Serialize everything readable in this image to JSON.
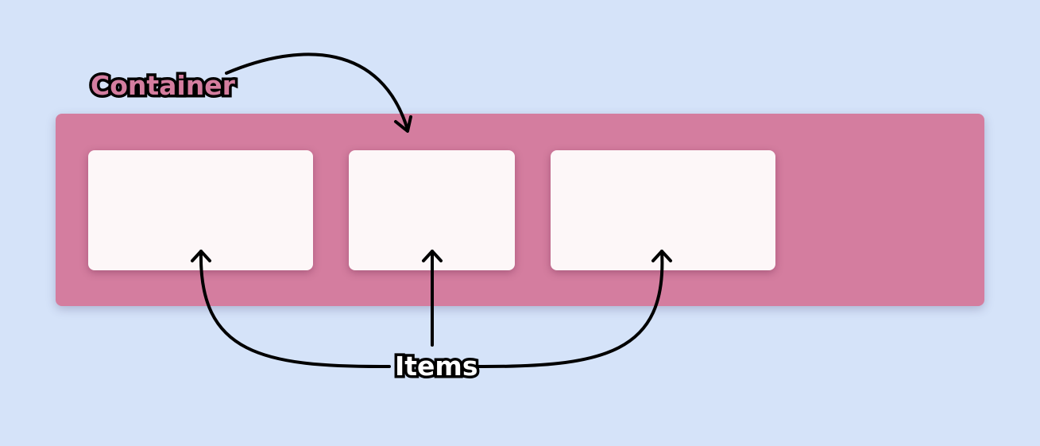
{
  "labels": {
    "container": "Container",
    "items": "Items"
  },
  "colors": {
    "background": "#d5e3f9",
    "container_fill": "#d47d9f",
    "item_fill": "#fdf7f8",
    "arrow": "#000000",
    "container_label_text": "#d47d9f",
    "items_label_text": "#ffffff"
  },
  "diagram": {
    "item_count": 3
  }
}
